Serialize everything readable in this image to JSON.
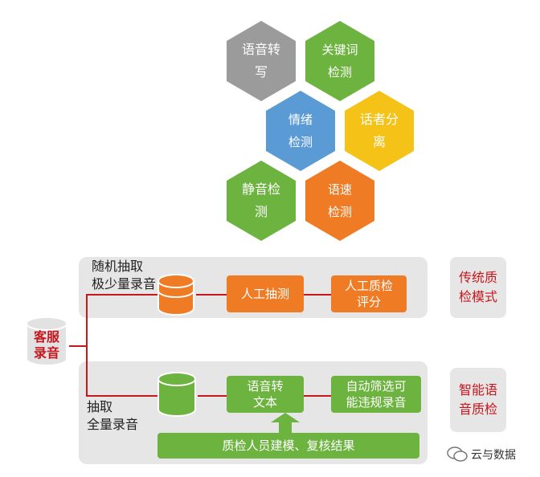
{
  "hexagons": [
    {
      "label": "语音转\n写",
      "color": "#9b9b9b"
    },
    {
      "label": "关键词\n检测",
      "color": "#6cb33f"
    },
    {
      "label": "情绪\n检测",
      "color": "#5b9bd5"
    },
    {
      "label": "话者分\n离",
      "color": "#f5c218"
    },
    {
      "label": "静音检\n测",
      "color": "#6cb33f"
    },
    {
      "label": "语速\n检测",
      "color": "#ef7b25"
    }
  ],
  "source": {
    "label": "客服\n录音"
  },
  "traditional": {
    "panel_label": "随机抽取\n极少量录音",
    "box1": "人工抽测",
    "box2": "人工质检\n评分",
    "side_label": "传统质\n检模式"
  },
  "smart": {
    "panel_label": "抽取\n全量录音",
    "box1": "语音转\n文本",
    "box2": "自动筛选可\n能违规录音",
    "bottom_bar": "质检人员建模、复核结果",
    "side_label": "智能语\n音质检"
  },
  "watermark": "云与数据"
}
